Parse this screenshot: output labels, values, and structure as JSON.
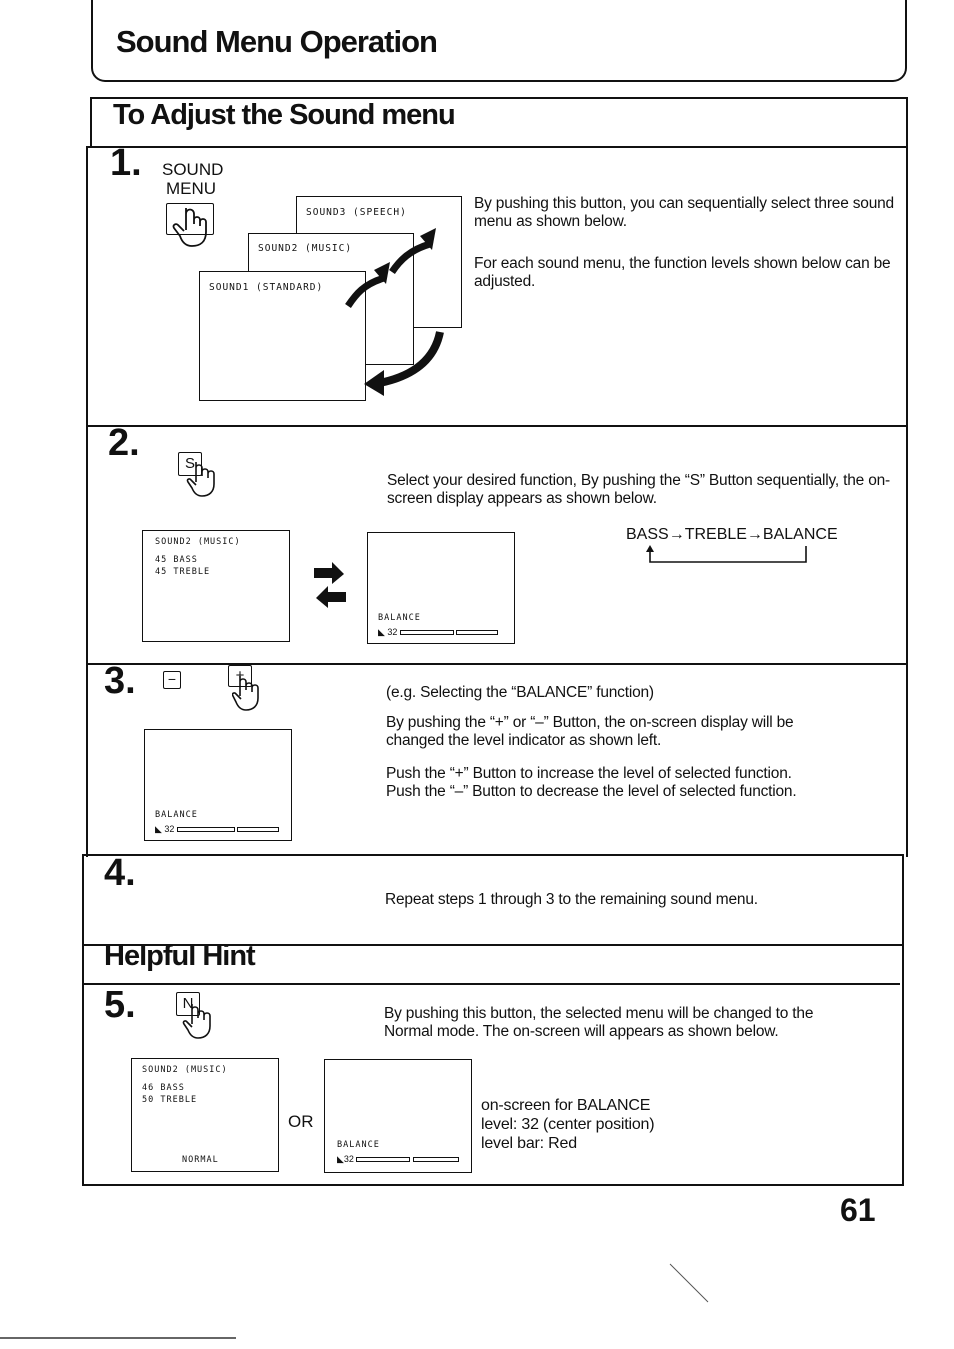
{
  "header": {
    "title": "Sound Menu Operation"
  },
  "section_title": "To Adjust the Sound menu",
  "step1": {
    "num": "1.",
    "button_label_1": "SOUND",
    "button_label_2": "MENU",
    "screen3": "SOUND3 (SPEECH)",
    "screen2": "SOUND2 (MUSIC)",
    "screen1": "SOUND1 (STANDARD)",
    "text1": "By pushing this button, you can sequentially select three sound menu as shown below.",
    "text2": "For each sound menu, the function levels shown below can be adjusted."
  },
  "step2": {
    "num": "2.",
    "button_key": "S",
    "screen_title": "SOUND2 (MUSIC)",
    "line1": "45 BASS",
    "line2": "45 TREBLE",
    "balance_label": "BALANCE",
    "balance_value": "32",
    "text": "Select your desired function, By pushing the “S” Button sequentially, the on-screen display appears as shown below.",
    "sequence": "BASS→TREBLE→BALANCE"
  },
  "step3": {
    "num": "3.",
    "minus_key": "−",
    "plus_key": "+",
    "balance_label": "BALANCE",
    "balance_value": "32",
    "eg": "(e.g. Selecting the “BALANCE” function)",
    "text1": "By pushing the “+” or “–” Button, the on-screen display will be changed the level indicator as shown left.",
    "text2": "Push the “+” Button to increase the level of selected function.",
    "text3": "Push the “–” Button to decrease the level of selected function."
  },
  "step4": {
    "num": "4.",
    "text": "Repeat steps 1 through 3 to the remaining sound menu."
  },
  "hint": {
    "title": "Helpful Hint",
    "num": "5.",
    "button_key": "N",
    "text": "By pushing this button, the selected menu will be changed to the Normal mode. The on-screen will appears as shown below.",
    "screen_title": "SOUND2 (MUSIC)",
    "line1": "46 BASS",
    "line2": "50 TREBLE",
    "normal": "NORMAL",
    "or": "OR",
    "balance_label": "BALANCE",
    "balance_value": "32",
    "note1": "on-screen for BALANCE",
    "note2": "level: 32 (center position)",
    "note3": "level bar: Red"
  },
  "page_number": "61"
}
